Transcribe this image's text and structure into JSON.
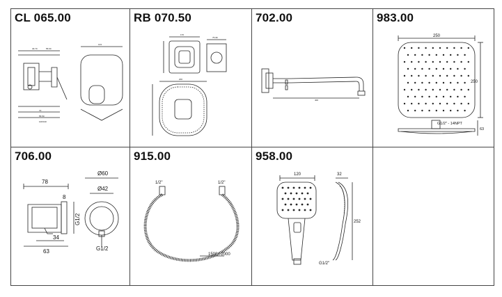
{
  "grid": {
    "cells": [
      {
        "id": "c1",
        "code": "CL 065.00",
        "dims": []
      },
      {
        "id": "c2",
        "code": "RB 070.50",
        "dims": []
      },
      {
        "id": "c3",
        "code": "702.00",
        "dims": []
      },
      {
        "id": "c4",
        "code": "983.00",
        "dims": [
          "250",
          "250",
          "G1/2\" - 14NPT",
          "63"
        ]
      },
      {
        "id": "c5",
        "code": "706.00",
        "dims": [
          "78",
          "8",
          "G1/2",
          "34",
          "63",
          "Ø60",
          "Ø42",
          "G1/2"
        ]
      },
      {
        "id": "c6",
        "code": "915.00",
        "dims": [
          "1/2\"",
          "1/2\"",
          "1500 / 2000"
        ]
      },
      {
        "id": "c7",
        "code": "958.00",
        "dims": [
          "120",
          "32",
          "252",
          "G1/2\""
        ]
      },
      {
        "id": "c8",
        "code": "",
        "dims": []
      }
    ]
  },
  "colors": {
    "line": "#222222",
    "border": "#444444",
    "background": "#ffffff"
  }
}
